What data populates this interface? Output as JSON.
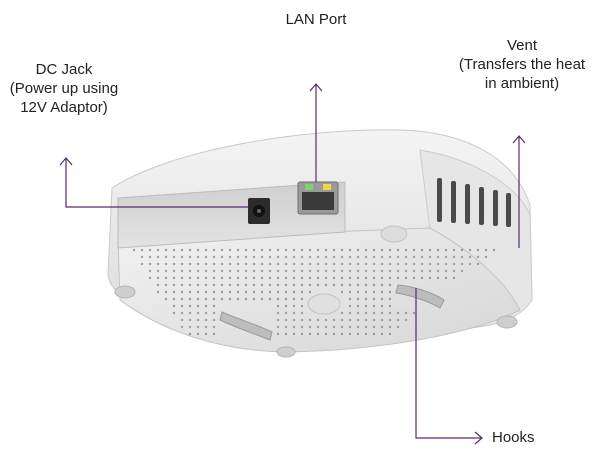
{
  "colors": {
    "callout": "#5a2a6e",
    "body_light": "#ececec",
    "body_mid": "#d9d9d9",
    "body_shadow": "#bdbdbd",
    "led_green": "#7bd36a",
    "led_yellow": "#e9d84a"
  },
  "labels": {
    "dc_jack": {
      "lines": [
        "DC Jack",
        "(Power up using",
        "12V Adaptor)"
      ]
    },
    "lan_port": {
      "lines": [
        "LAN Port"
      ]
    },
    "vent": {
      "lines": [
        "Vent",
        "(Transfers the heat",
        "in ambient)"
      ]
    },
    "hooks": {
      "lines": [
        "Hooks"
      ]
    }
  }
}
